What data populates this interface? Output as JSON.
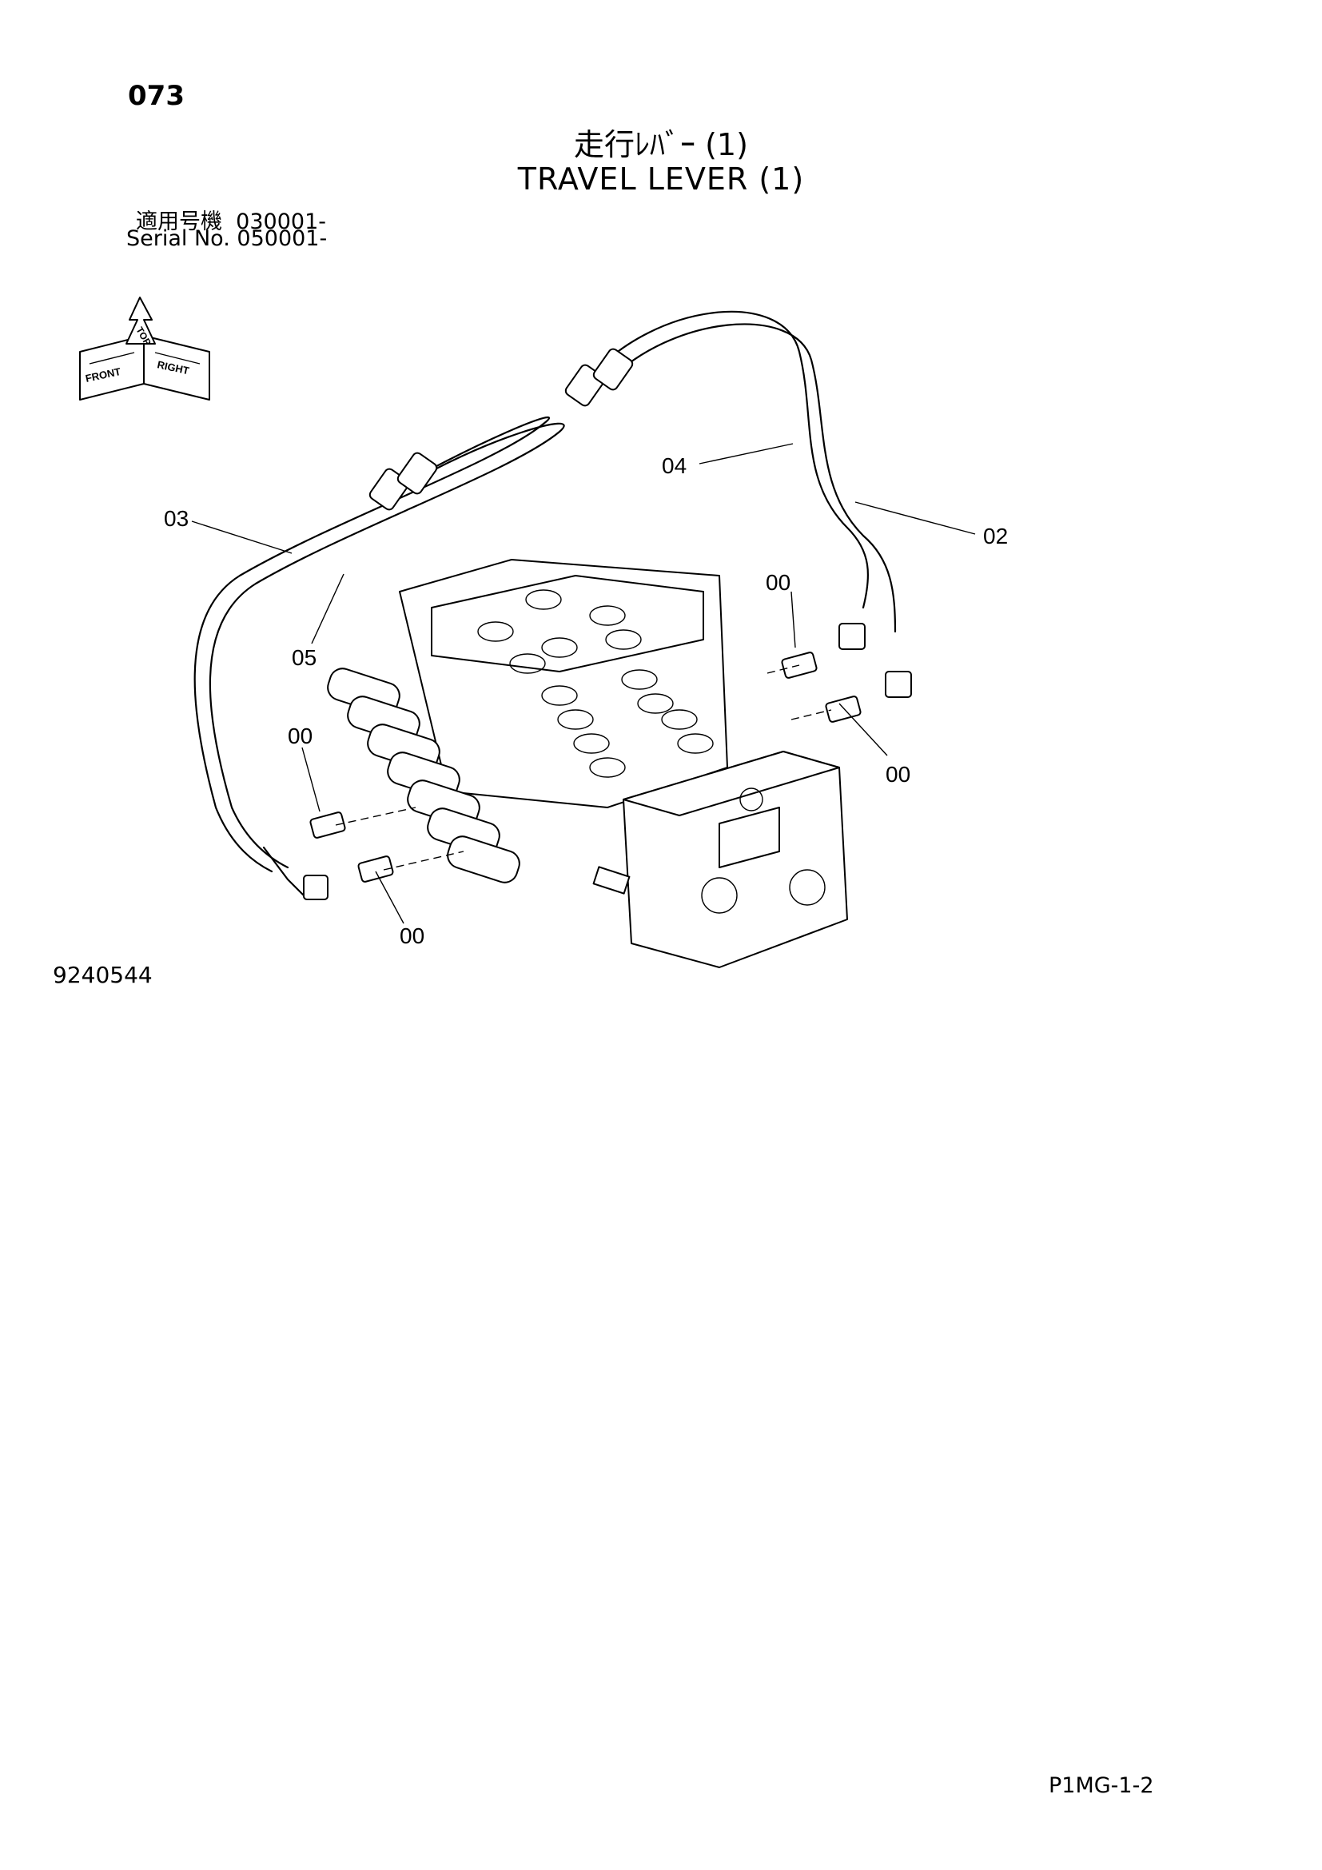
{
  "header": {
    "page_number": "073",
    "title_jp": "走行ﾚﾊﾞｰ (1)",
    "title_en": "TRAVEL LEVER (1)",
    "serial_label_jp": "適用号機",
    "serial_value_jp": "030001-",
    "serial_label_en": "Serial No.",
    "serial_value_en": "050001-"
  },
  "orientation_icon": {
    "icon": "orientation-cube-icon",
    "labels": [
      "FRONT",
      "TOP",
      "RIGHT"
    ]
  },
  "callouts": {
    "c02": "02",
    "c03": "03",
    "c04": "04",
    "c05": "05",
    "c00a": "00",
    "c00b": "00",
    "c00c": "00",
    "c00d": "00"
  },
  "footer": {
    "drawing_number": "9240544",
    "page_code": "P1MG-1-2"
  }
}
